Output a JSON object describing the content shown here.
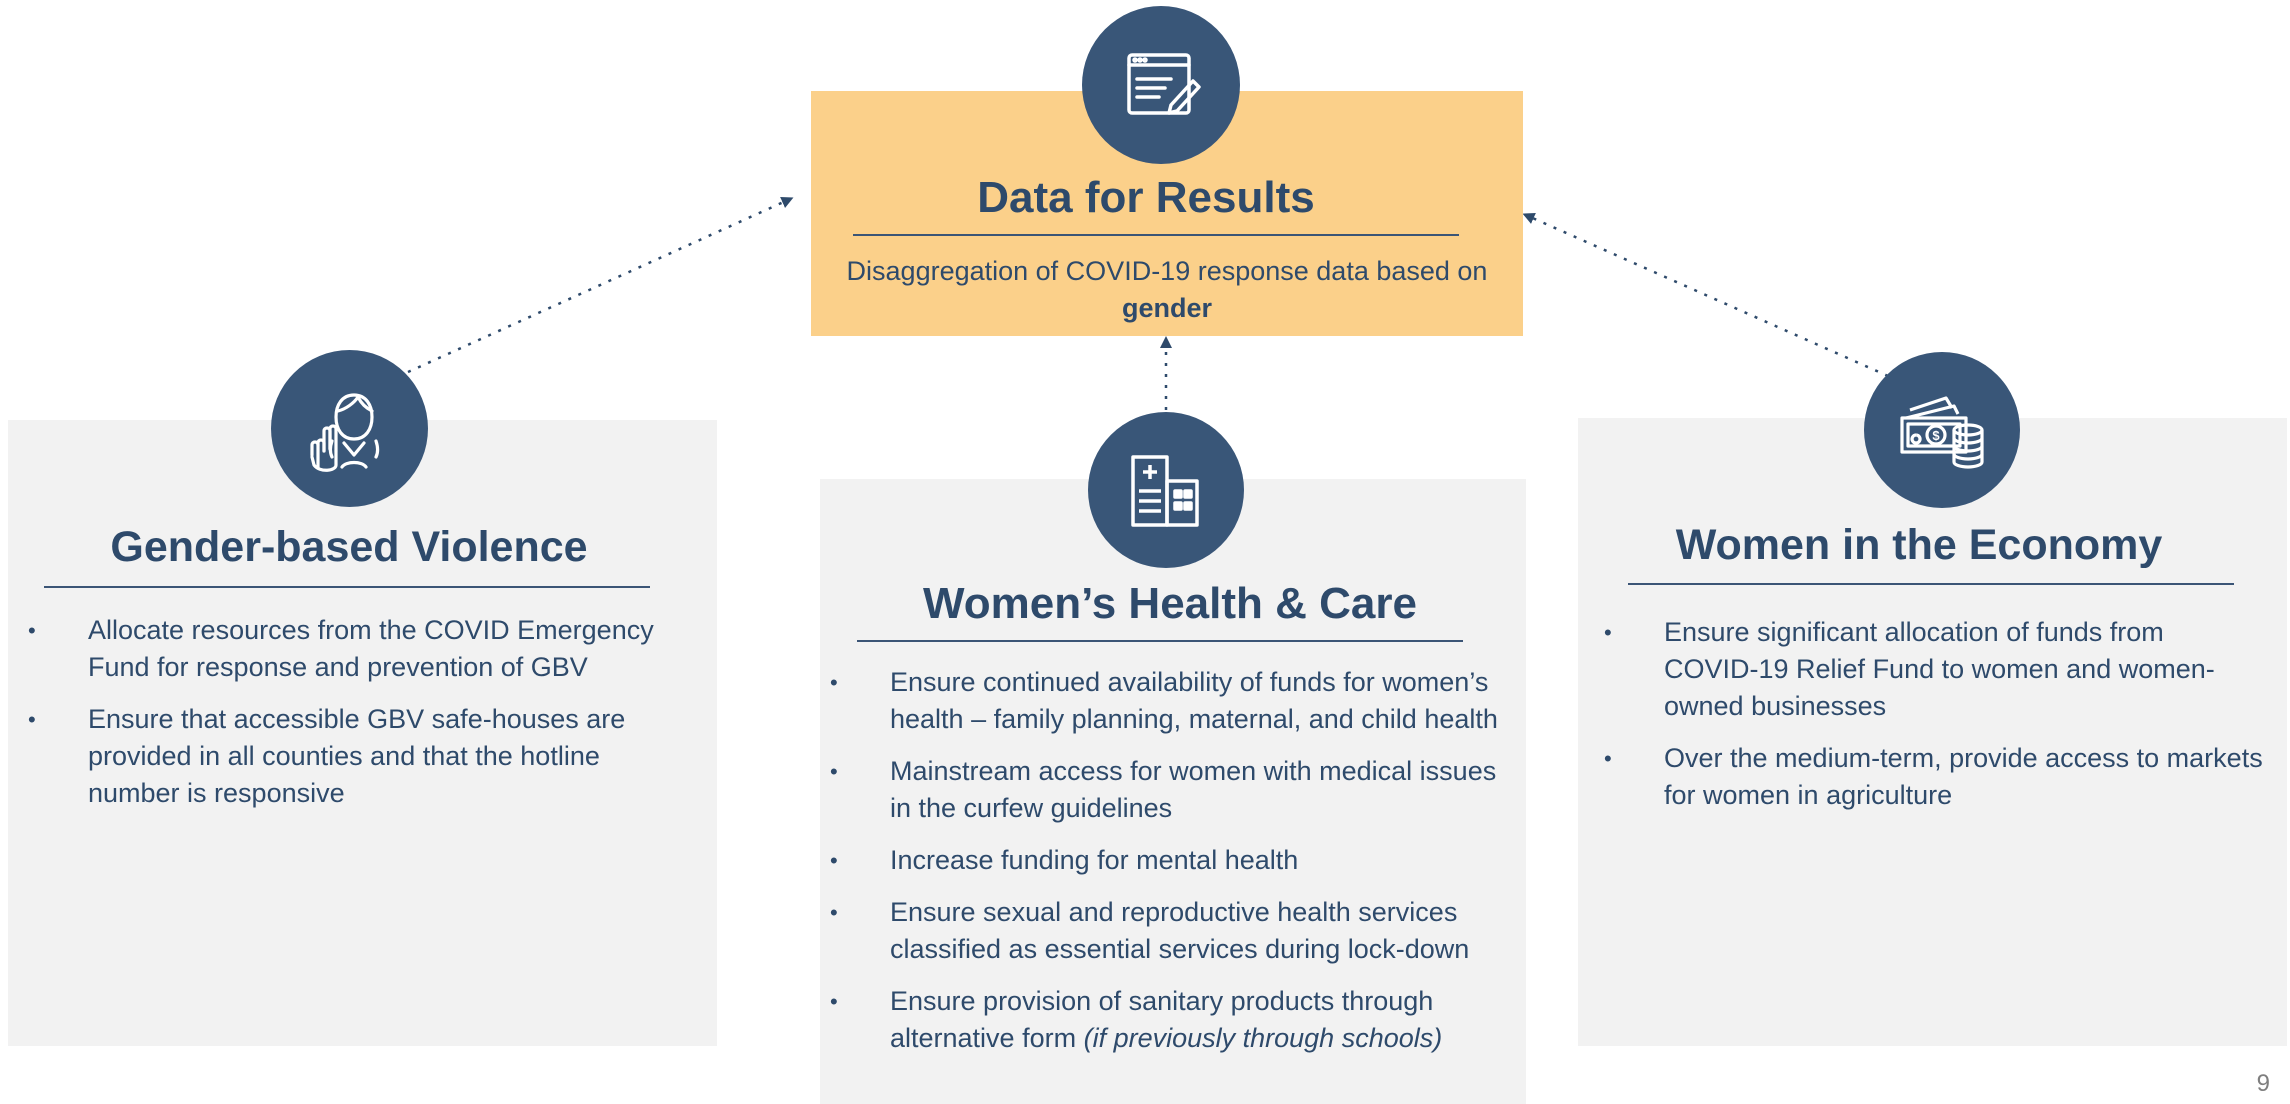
{
  "center": {
    "title": "Data for Results",
    "subtitle_main": "Disaggregation of COVID-19 response data based on",
    "subtitle_bold": "gender",
    "icon": "document-edit-icon"
  },
  "left": {
    "title": "Gender-based Violence",
    "icon": "woman-stop-hand-icon",
    "bullets": [
      "Allocate resources from the COVID Emergency Fund for response and prevention of GBV",
      "Ensure that accessible GBV safe-houses are provided in all counties and that the hotline number is responsive"
    ]
  },
  "middle": {
    "title": "Women’s Health & Care",
    "icon": "hospital-building-icon",
    "bullets": [
      "Ensure continued availability of funds for women’s health – family planning, maternal, and child health",
      "Mainstream access for women with medical issues in the curfew guidelines",
      "Increase funding for mental health",
      "Ensure sexual and reproductive health services classified as essential services during lock-down"
    ],
    "last_bullet_main": "Ensure provision of sanitary products through alternative form ",
    "last_bullet_italic": "(if previously through schools)"
  },
  "right": {
    "title": "Women in the Economy",
    "icon": "money-coins-icon",
    "bullets": [
      "Ensure significant allocation of funds from COVID-19 Relief Fund to women and women-owned businesses",
      "Over the medium-term, provide access to markets for women in agriculture"
    ]
  },
  "page_number": "9",
  "colors": {
    "navy": "#395678",
    "text": "#2e4a6b",
    "highlight": "#fbd08a",
    "panel": "#f2f2f2"
  }
}
